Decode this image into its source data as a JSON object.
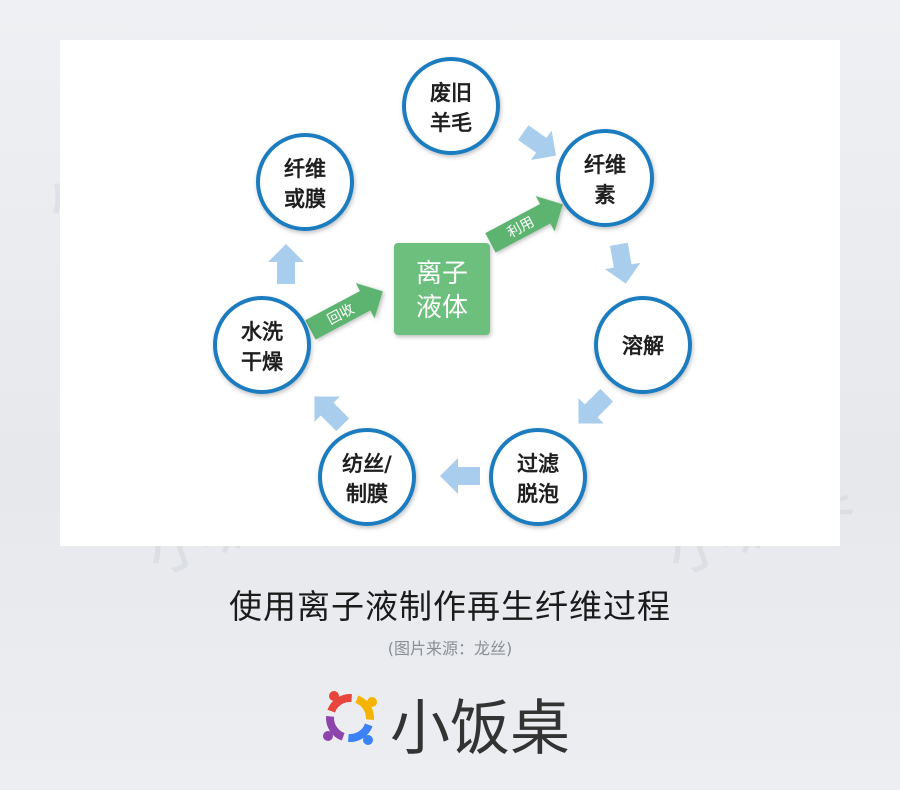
{
  "watermark": "小饭桌",
  "diagram": {
    "nodes": [
      {
        "id": "waste-wool",
        "lines": [
          "废旧",
          "羊毛"
        ]
      },
      {
        "id": "cellulose",
        "lines": [
          "纤维",
          "素"
        ]
      },
      {
        "id": "dissolve",
        "lines": [
          "溶解"
        ]
      },
      {
        "id": "filter-degas",
        "lines": [
          "过滤",
          "脱泡"
        ]
      },
      {
        "id": "spin-film",
        "lines": [
          "纺丝/",
          "制膜"
        ]
      },
      {
        "id": "wash-dry",
        "lines": [
          "水洗",
          "干燥"
        ]
      },
      {
        "id": "fiber-film",
        "lines": [
          "纤维",
          "或膜"
        ]
      }
    ],
    "center": {
      "lines": [
        "离子",
        "液体"
      ]
    },
    "arrow_labels": {
      "recycle": "回收",
      "utilize": "利用"
    },
    "colors": {
      "node_border": "#1e7cc0",
      "flow_arrow": "#a9cdec",
      "center_fill": "#6dbf7e",
      "green_arrow": "#5db46f"
    }
  },
  "caption": {
    "title": "使用离子液制作再生纤维过程",
    "source": "(图片来源：龙丝)"
  },
  "logo": {
    "text": "小饭桌"
  }
}
